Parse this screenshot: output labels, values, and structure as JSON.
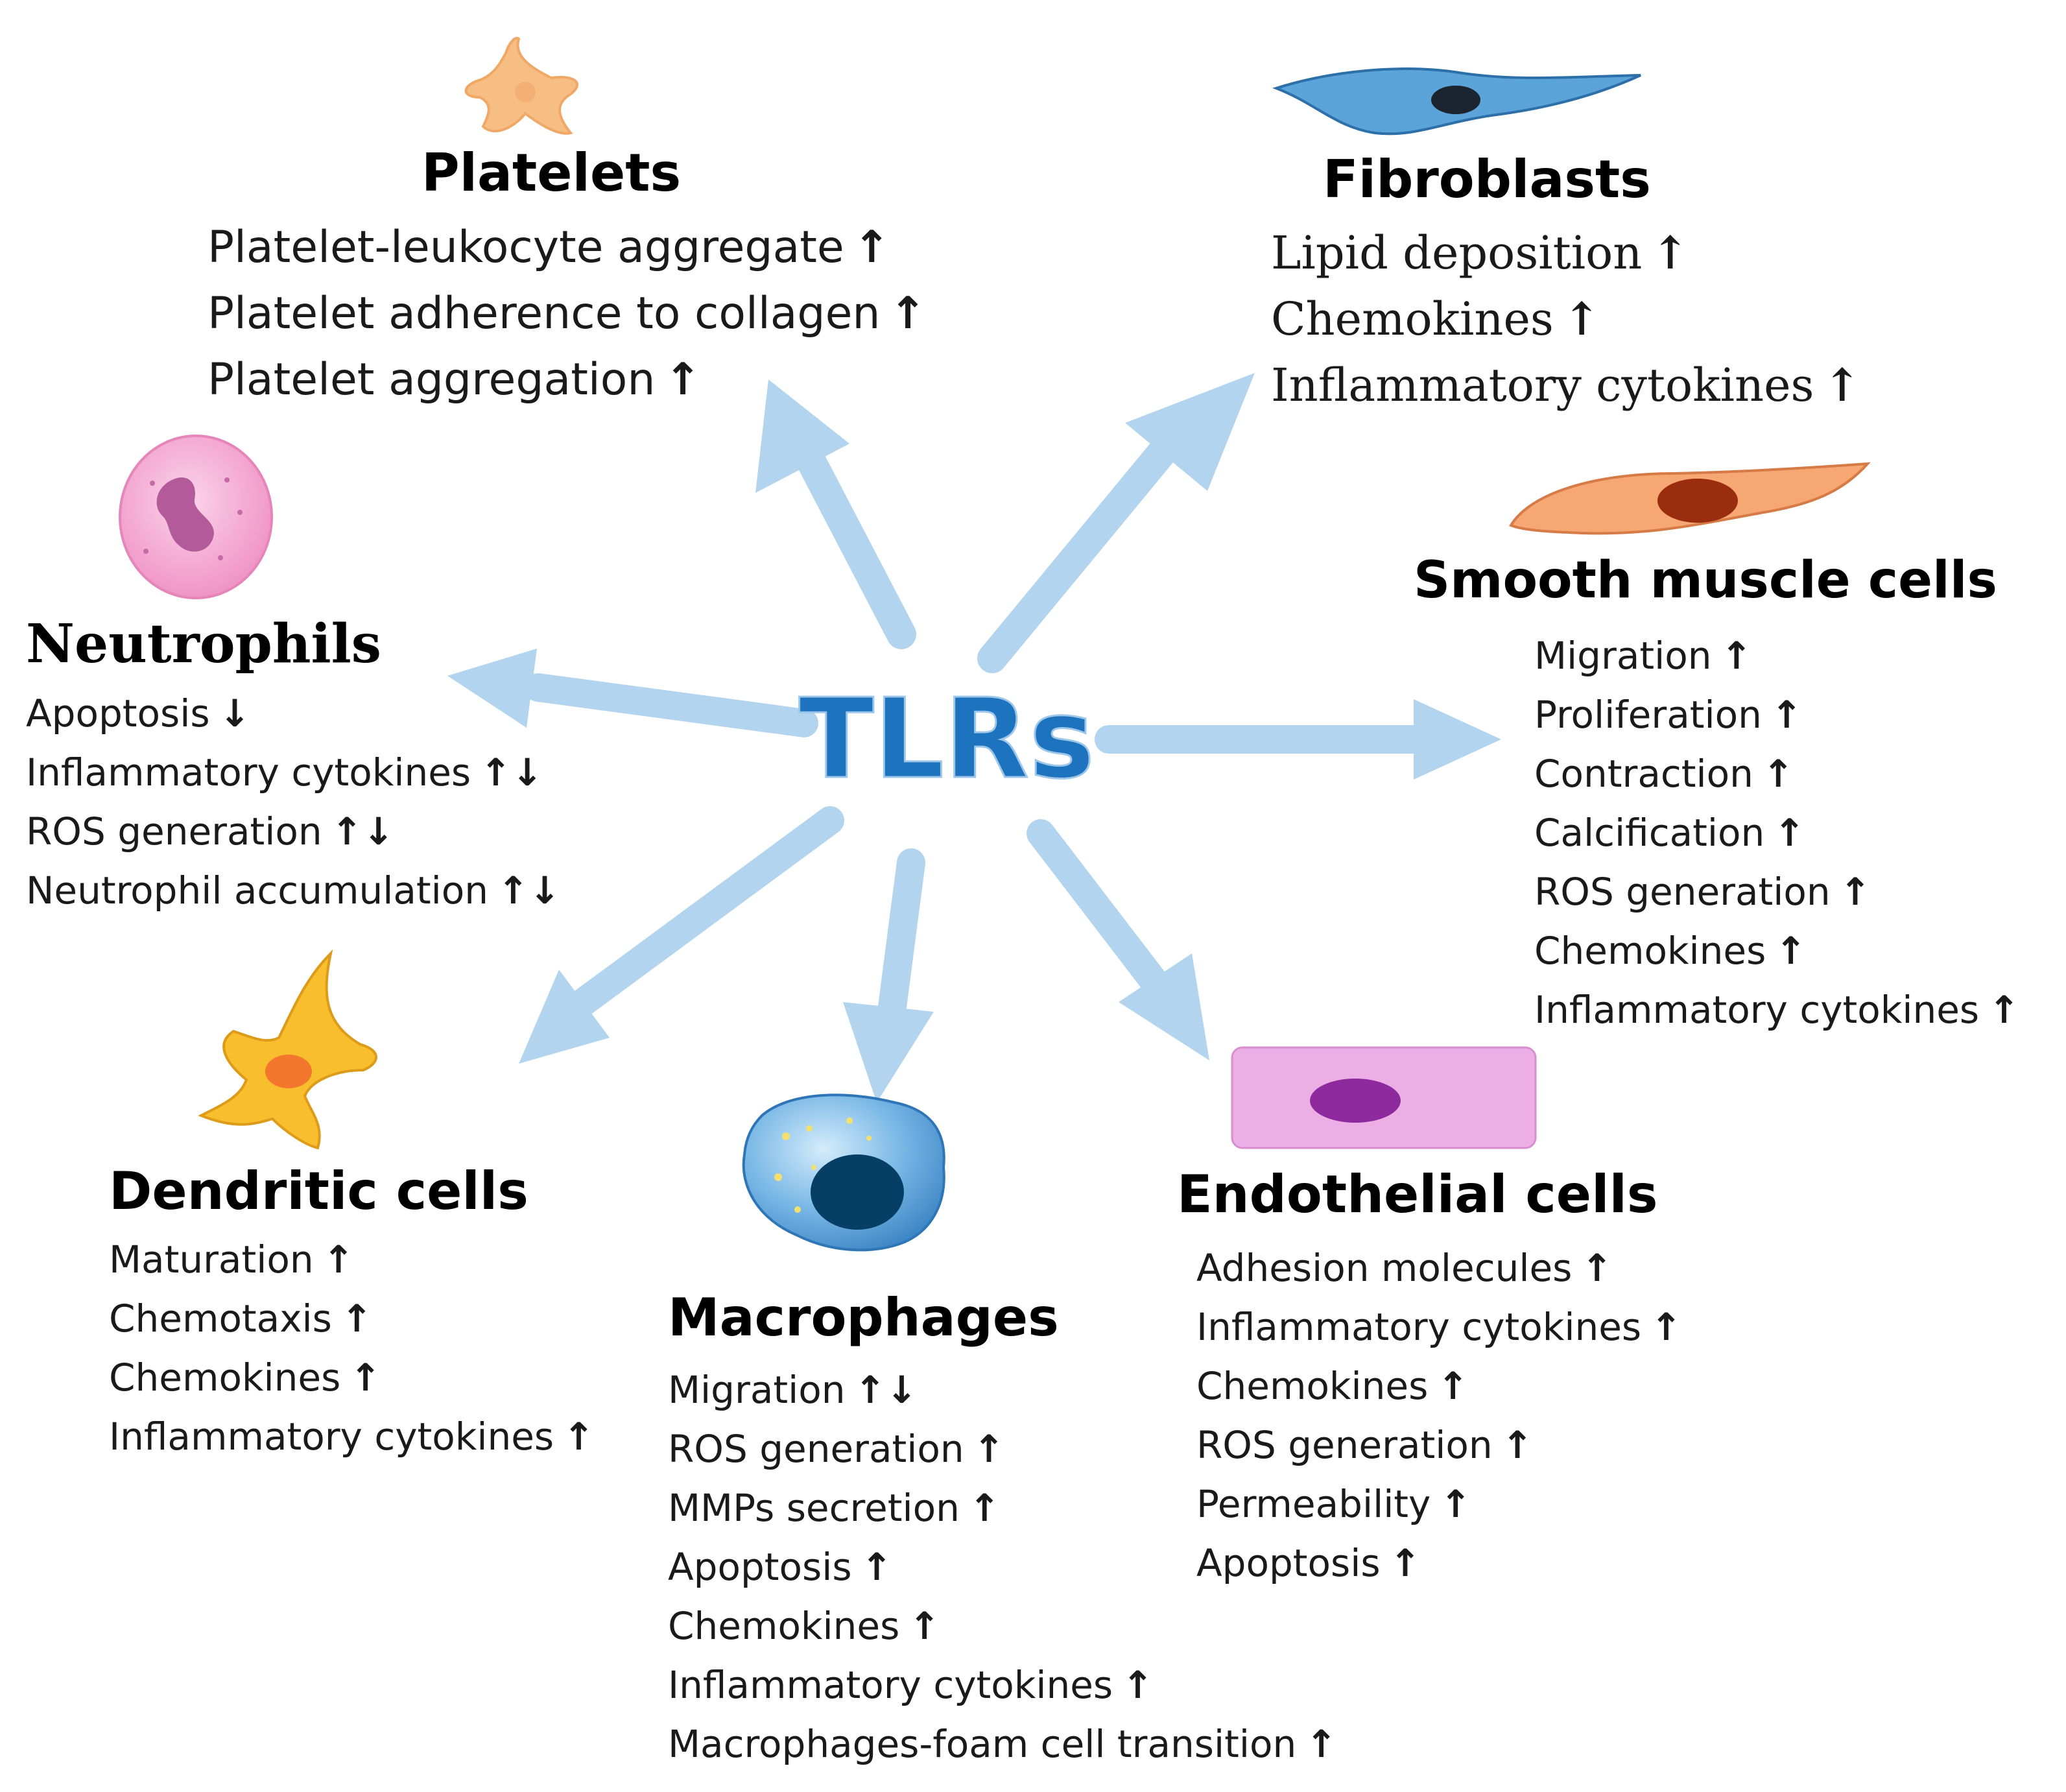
{
  "center_label": "TLRs",
  "colors": {
    "arrow": "#b3d4ef",
    "center_text": "#1e73be",
    "platelet": "#f7be84",
    "fibroblast": "#5aa4da",
    "smooth_muscle": "#f7a772",
    "neutrophil": "#f296c7",
    "dendritic": "#f9be2e",
    "macrophage": "#4c9ad6",
    "endothelial": "#ecaee4",
    "endothelial_nucleus": "#8e2a9e"
  },
  "groups": {
    "platelets": {
      "title": "Platelets",
      "icon": "platelet-icon",
      "effects": [
        {
          "label": "Platelet-leukocyte aggregate",
          "arrow": "↑"
        },
        {
          "label": "Platelet adherence to collagen",
          "arrow": "↑"
        },
        {
          "label": "Platelet aggregation",
          "arrow": "↑"
        }
      ]
    },
    "fibroblasts": {
      "title": "Fibroblasts",
      "icon": "fibroblast-icon",
      "effects": [
        {
          "label": "Lipid deposition",
          "arrow": "↑"
        },
        {
          "label": "Chemokines",
          "arrow": "↑"
        },
        {
          "label": "Inflammatory cytokines",
          "arrow": "↑"
        }
      ]
    },
    "smooth_muscle": {
      "title": "Smooth muscle cells",
      "icon": "smooth-muscle-cell-icon",
      "effects": [
        {
          "label": "Migration",
          "arrow": "↑"
        },
        {
          "label": "Proliferation",
          "arrow": "↑"
        },
        {
          "label": "Contraction",
          "arrow": "↑"
        },
        {
          "label": "Calcification",
          "arrow": "↑"
        },
        {
          "label": "ROS generation",
          "arrow": "↑"
        },
        {
          "label": "Chemokines",
          "arrow": "↑"
        },
        {
          "label": "Inflammatory cytokines",
          "arrow": "↑"
        }
      ]
    },
    "neutrophils": {
      "title": "Neutrophils",
      "icon": "neutrophil-icon",
      "effects": [
        {
          "label": "Apoptosis",
          "arrow": "↓"
        },
        {
          "label": "Inflammatory cytokines",
          "arrow": "↑↓"
        },
        {
          "label": "ROS generation",
          "arrow": "↑↓"
        },
        {
          "label": "Neutrophil accumulation",
          "arrow": "↑↓"
        }
      ]
    },
    "dendritic": {
      "title": "Dendritic cells",
      "icon": "dendritic-cell-icon",
      "effects": [
        {
          "label": "Maturation",
          "arrow": "↑"
        },
        {
          "label": "Chemotaxis",
          "arrow": "↑"
        },
        {
          "label": "Chemokines",
          "arrow": "↑"
        },
        {
          "label": "Inflammatory cytokines",
          "arrow": "↑"
        }
      ]
    },
    "macrophages": {
      "title": "Macrophages",
      "icon": "macrophage-icon",
      "effects": [
        {
          "label": "Migration",
          "arrow": "↑↓"
        },
        {
          "label": "ROS generation",
          "arrow": "↑"
        },
        {
          "label": "MMPs secretion",
          "arrow": "↑"
        },
        {
          "label": "Apoptosis",
          "arrow": "↑"
        },
        {
          "label": "Chemokines",
          "arrow": "↑"
        },
        {
          "label": "Inflammatory cytokines",
          "arrow": "↑"
        },
        {
          "label": "Macrophages-foam cell transition",
          "arrow": "↑"
        }
      ]
    },
    "endothelial": {
      "title": "Endothelial cells",
      "icon": "endothelial-cell-icon",
      "effects": [
        {
          "label": "Adhesion molecules",
          "arrow": "↑"
        },
        {
          "label": "Inflammatory cytokines",
          "arrow": "↑"
        },
        {
          "label": "Chemokines",
          "arrow": "↑"
        },
        {
          "label": "ROS generation",
          "arrow": "↑"
        },
        {
          "label": "Permeability",
          "arrow": "↑"
        },
        {
          "label": "Apoptosis",
          "arrow": "↑"
        }
      ]
    }
  }
}
